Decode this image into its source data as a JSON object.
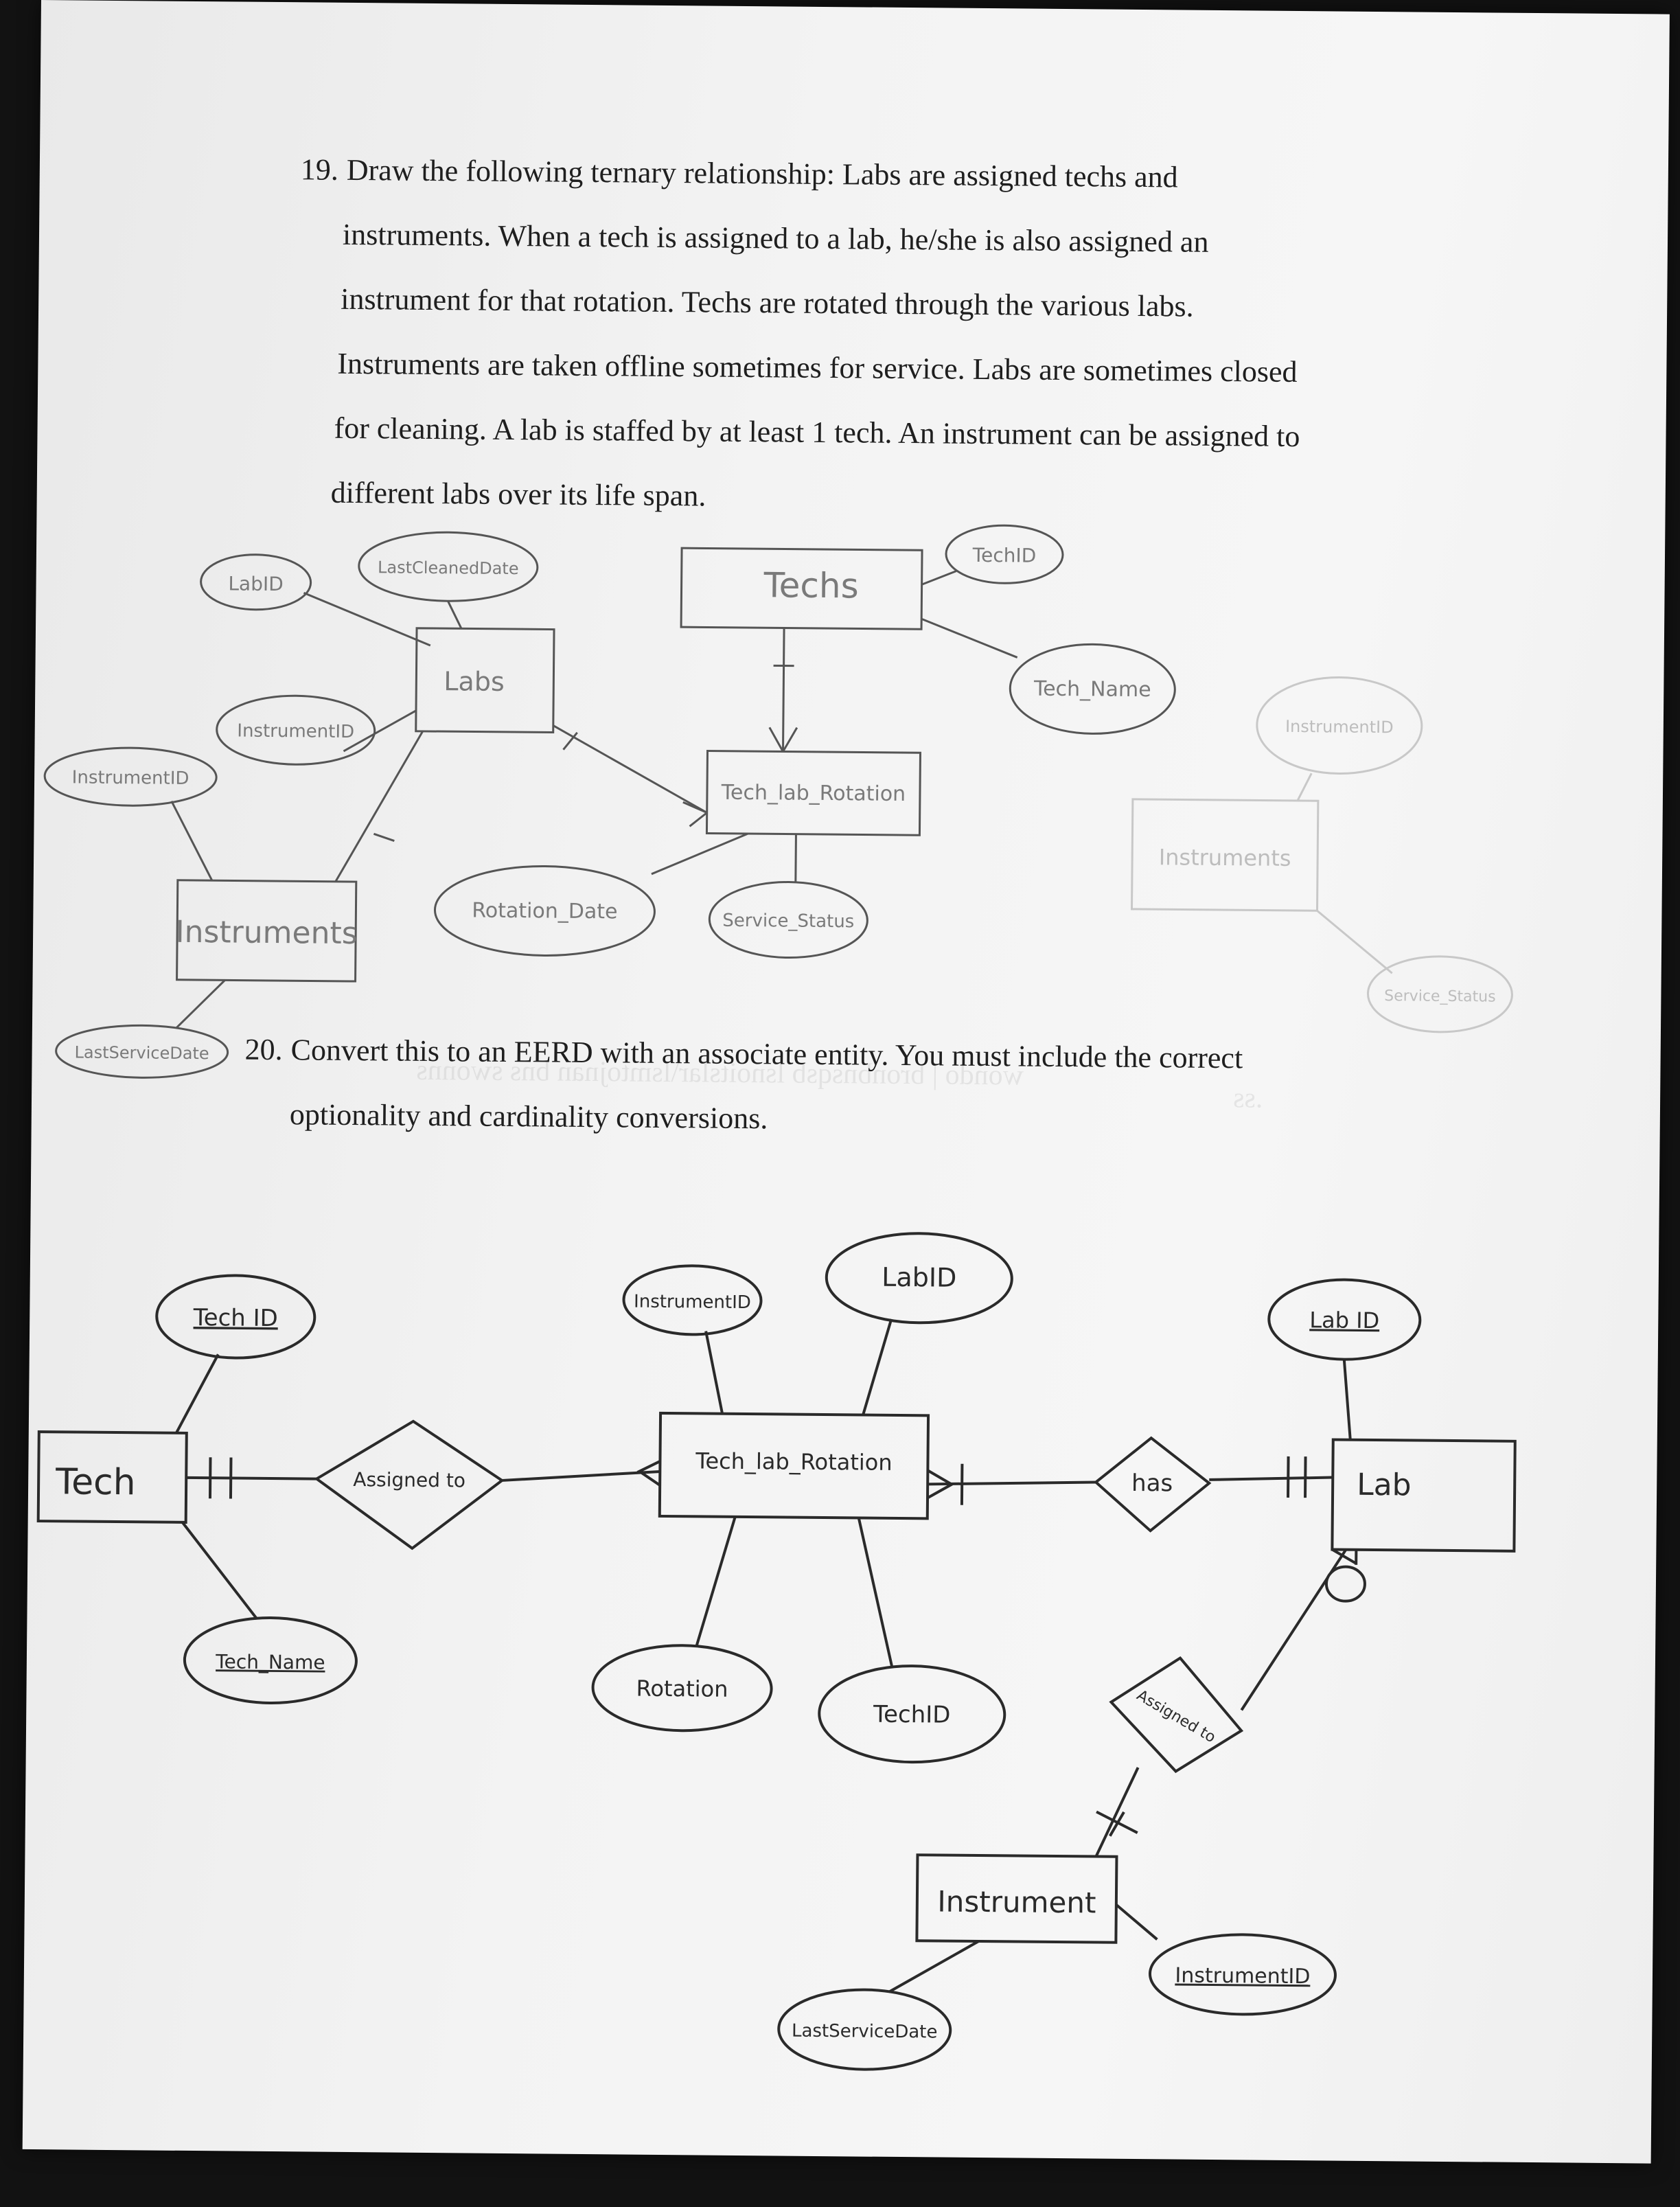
{
  "q19": {
    "number": "19.",
    "lines": [
      "Draw the following ternary relationship:  Labs are assigned techs and",
      "instruments. When a tech is assigned to a lab, he/she is also assigned an",
      "instrument for that rotation. Techs are rotated through the various labs.",
      "Instruments are taken offline sometimes for service. Labs are sometimes closed",
      "for cleaning. A lab is staffed by at least 1 tech. An instrument can be assigned to",
      "different labs over its life span."
    ]
  },
  "q20": {
    "number": "20.",
    "lines": [
      "Convert this to an EERD with an associate entity. You must include the correct",
      "optionality and cardinality conversions."
    ]
  },
  "diagram1": {
    "entities": {
      "labs": "Labs",
      "techs": "Techs",
      "rotation": "Tech_lab_Rotation",
      "instruments": "Instruments"
    },
    "attributes": {
      "lab_id": "LabID",
      "lab_status": "LastCleanedDate",
      "tech_id": "TechID",
      "tech_name": "Tech_Name",
      "instrument_id_a": "InstrumentID",
      "instrument_id_b": "InstrumentID",
      "rotation_date": "Rotation_Date",
      "service_status": "Service_Status",
      "last_service_date": "LastServiceDate"
    }
  },
  "diagram1_erased": {
    "instruments": "Instruments",
    "instrument_id": "InstrumentID",
    "service_status": "Service_Status"
  },
  "diagram2": {
    "entities": {
      "tech": "Tech",
      "rotation": "Tech_lab_Rotation",
      "lab": "Lab",
      "instrument": "Instrument"
    },
    "relationships": {
      "assigned_to": "Assigned to",
      "has": "has",
      "assigned_to_2": "Assigned to"
    },
    "attributes": {
      "tech_id_pk": "Tech ID",
      "instrument_id": "InstrumentID",
      "lab_id": "LabID",
      "lab_id_pk": "Lab ID",
      "tech_name": "Tech_Name",
      "rotation": "Rotation",
      "tech_id": "TechID",
      "last_service_date": "LastServiceDate",
      "instrument_id_pk": "InstrumentID"
    }
  }
}
